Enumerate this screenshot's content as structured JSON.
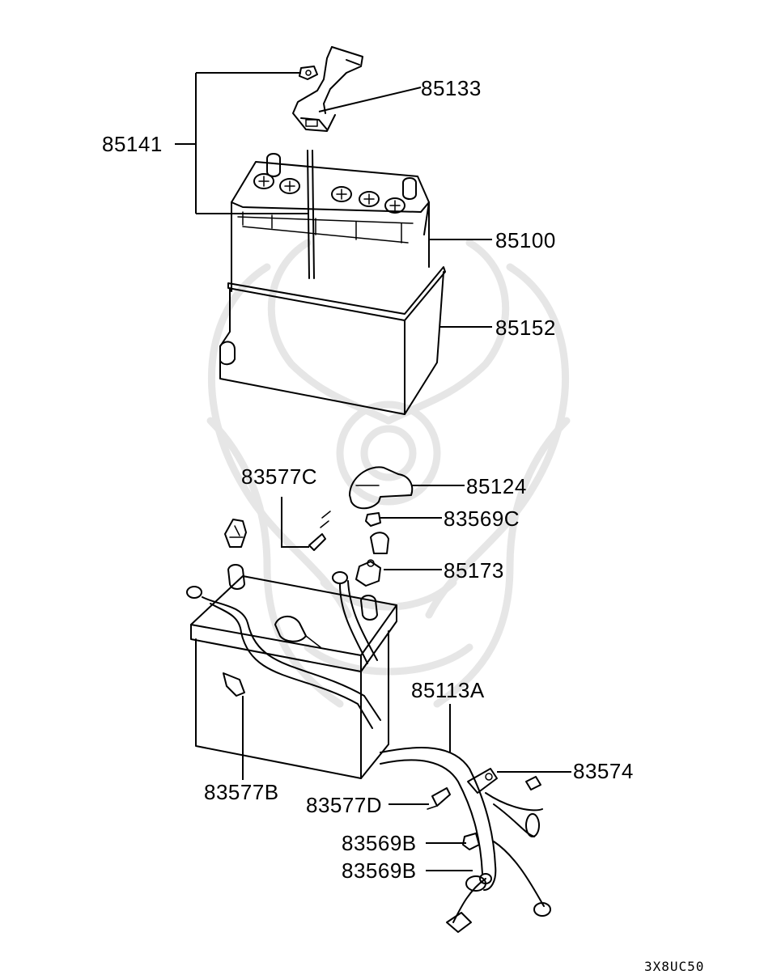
{
  "diagram": {
    "reference_code": "3X8UC50",
    "parts": [
      {
        "id": "85133",
        "label": "85133"
      },
      {
        "id": "85141",
        "label": "85141"
      },
      {
        "id": "85100",
        "label": "85100"
      },
      {
        "id": "85152",
        "label": "85152"
      },
      {
        "id": "83577C",
        "label": "83577C"
      },
      {
        "id": "85124",
        "label": "85124"
      },
      {
        "id": "83569C",
        "label": "83569C"
      },
      {
        "id": "85173",
        "label": "85173"
      },
      {
        "id": "85113A",
        "label": "85113A"
      },
      {
        "id": "83574",
        "label": "83574"
      },
      {
        "id": "83577B",
        "label": "83577B"
      },
      {
        "id": "83577D",
        "label": "83577D"
      },
      {
        "id": "83569B_1",
        "label": "83569B"
      },
      {
        "id": "83569B_2",
        "label": "83569B"
      }
    ]
  }
}
